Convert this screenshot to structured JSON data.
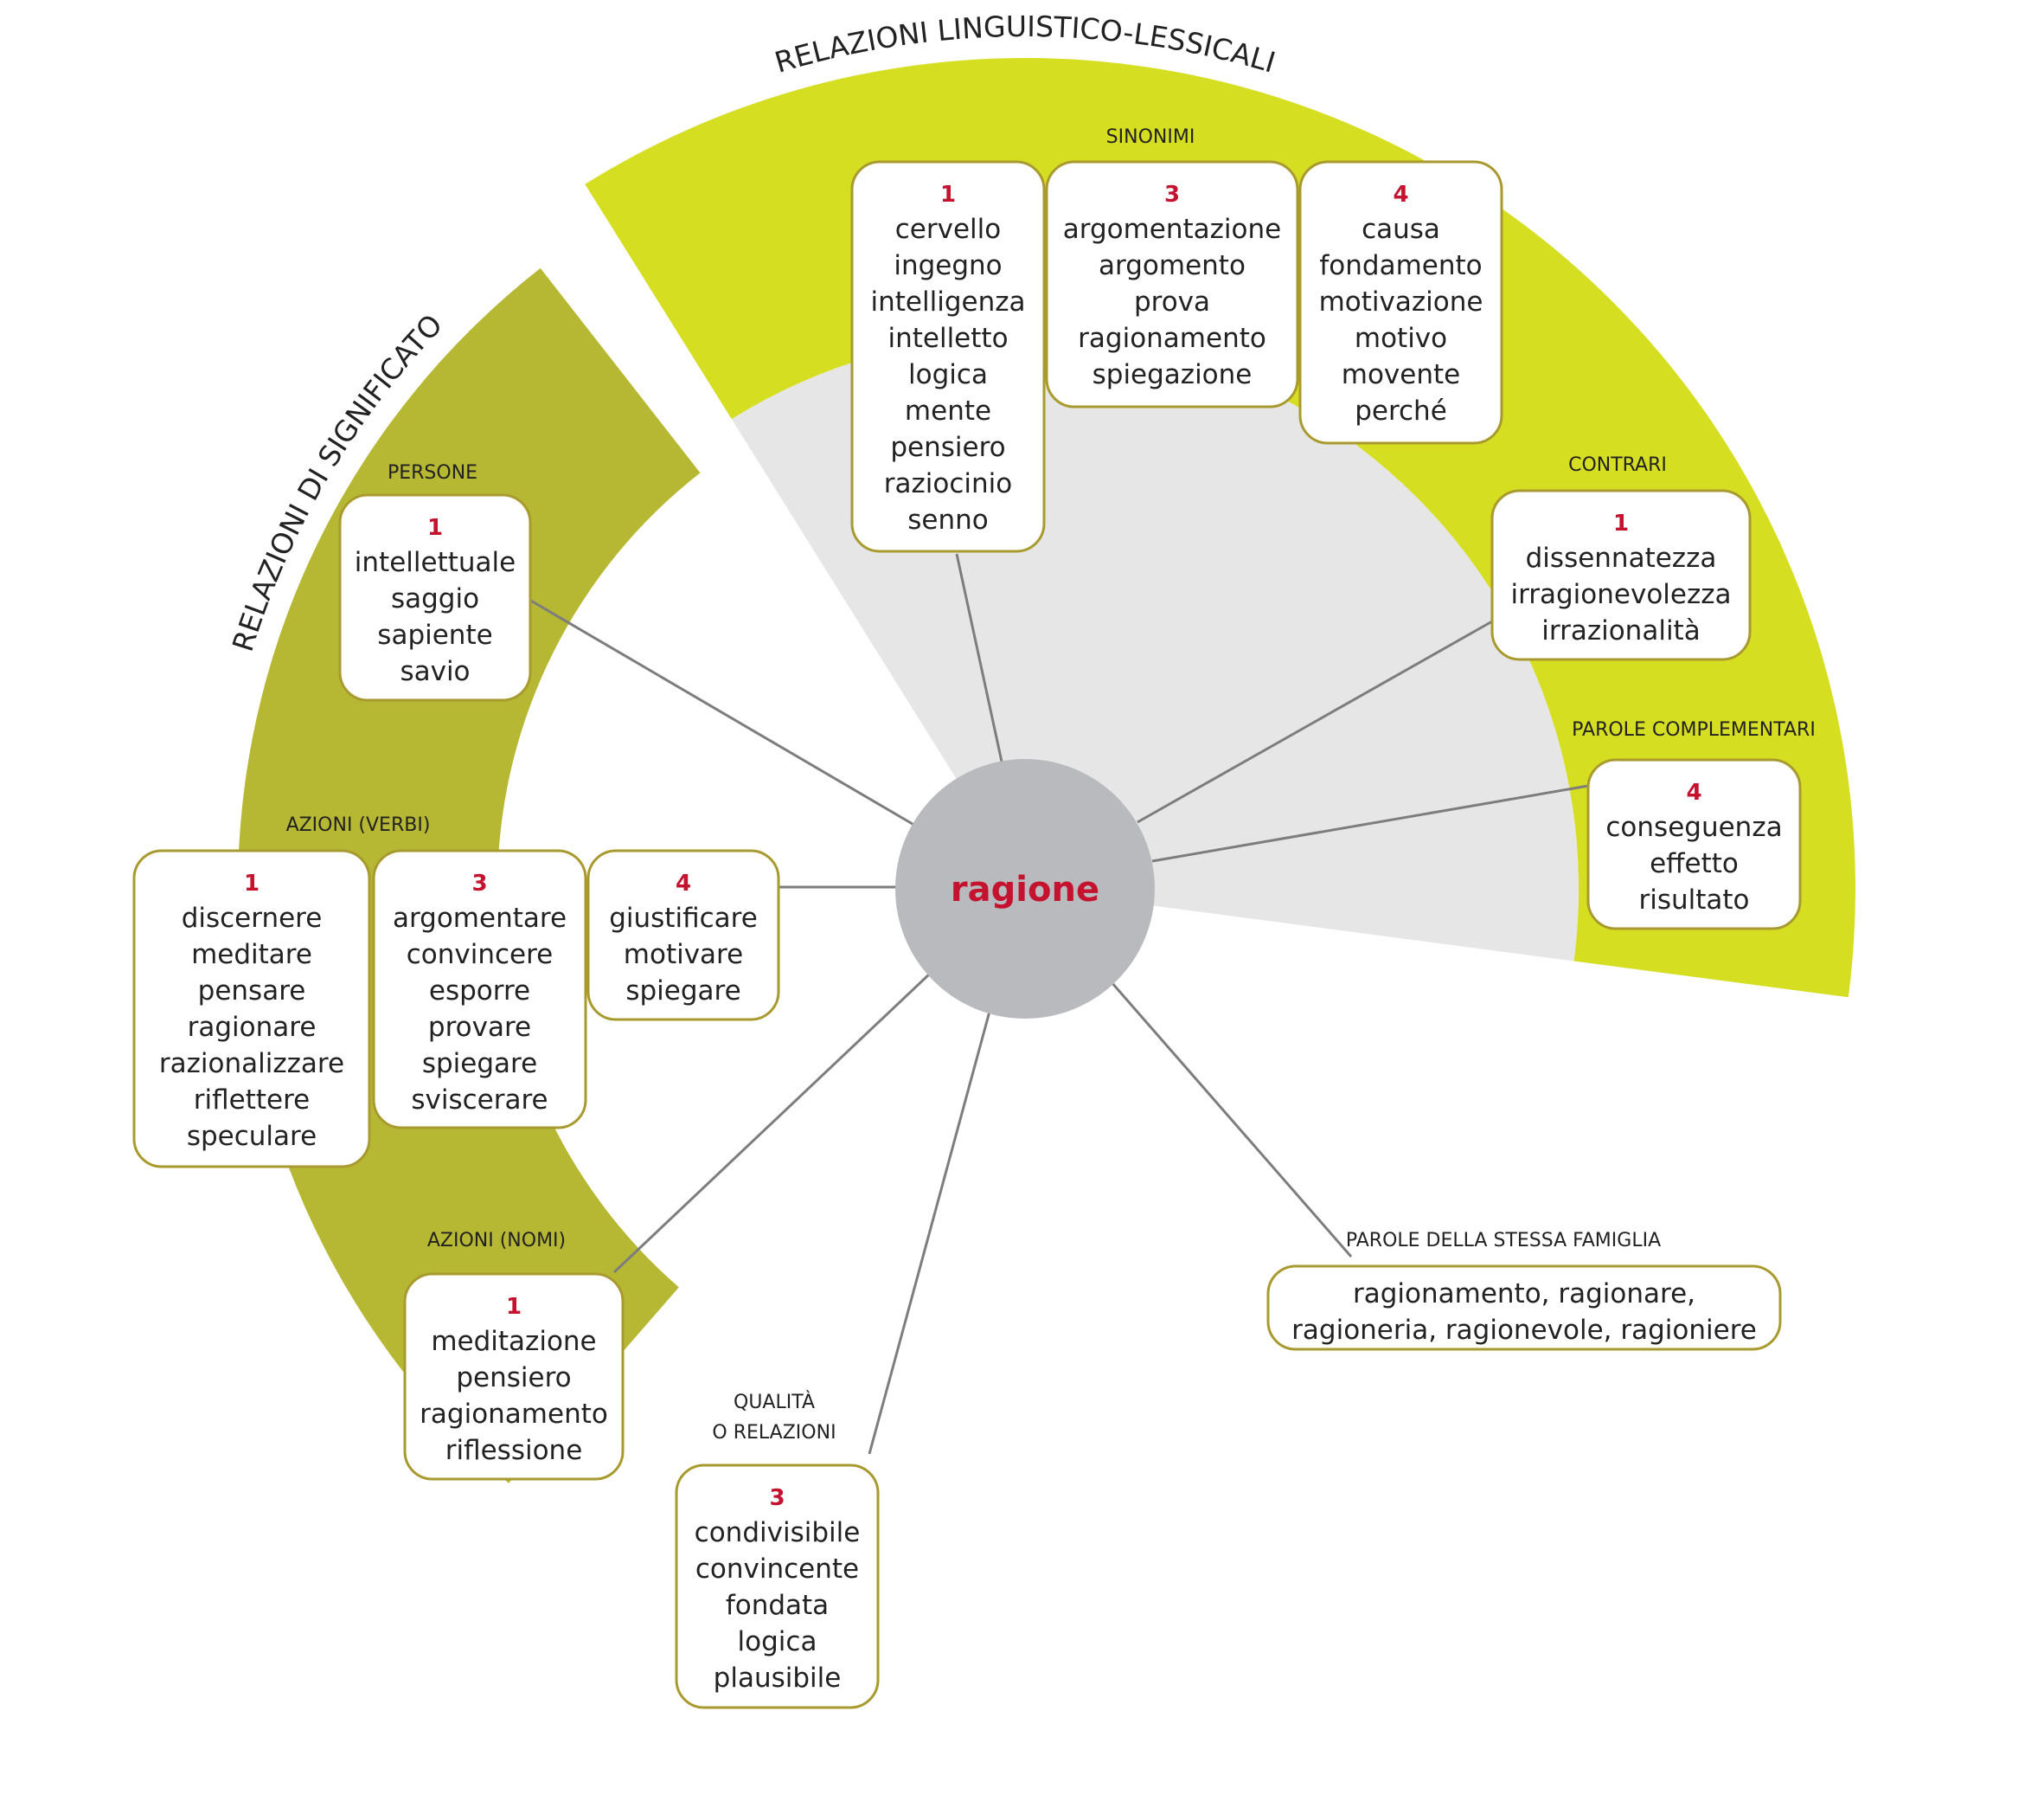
{
  "diagram": {
    "center_term": "ragione",
    "colors": {
      "lexical_band": "#d6de22",
      "semantic_band": "#b6b834",
      "inner_sector": "#e6e6e6",
      "center_circle": "#b9babd",
      "box_border": "#a89a2e",
      "accent_number": "#c4122f",
      "connector": "#7d7d7d"
    },
    "band_titles": {
      "lexical": "RELAZIONI LINGUISTICO-LESSICALI",
      "semantic": "RELAZIONI DI SIGNIFICATO"
    },
    "sections": {
      "sinonimi": "SINONIMI",
      "contrari": "CONTRARI",
      "complementari": "PAROLE COMPLEMENTARI",
      "famiglia": "PAROLE DELLA STESSA FAMIGLIA",
      "persone": "PERSONE",
      "azioni_verbi": "AZIONI (VERBI)",
      "azioni_nomi": "AZIONI (NOMI)",
      "qualita_line1": "QUALITÀ",
      "qualita_line2": "O RELAZIONI"
    },
    "boxes": {
      "sin1": {
        "num": "1",
        "words": [
          "cervello",
          "ingegno",
          "intelligenza",
          "intelletto",
          "logica",
          "mente",
          "pensiero",
          "raziocinio",
          "senno"
        ]
      },
      "sin3": {
        "num": "3",
        "words": [
          "argomentazione",
          "argomento",
          "prova",
          "ragionamento",
          "spiegazione"
        ]
      },
      "sin4": {
        "num": "4",
        "words": [
          "causa",
          "fondamento",
          "motivazione",
          "motivo",
          "movente",
          "perché"
        ]
      },
      "con1": {
        "num": "1",
        "words": [
          "dissennatezza",
          "irragionevolezza",
          "irrazionalità"
        ]
      },
      "comp4": {
        "num": "4",
        "words": [
          "conseguenza",
          "effetto",
          "risultato"
        ]
      },
      "fam": {
        "num": "",
        "words": [
          "ragionamento, ragionare,",
          "ragioneria, ragionevole, ragioniere"
        ]
      },
      "per1": {
        "num": "1",
        "words": [
          "intellettuale",
          "saggio",
          "sapiente",
          "savio"
        ]
      },
      "verb1": {
        "num": "1",
        "words": [
          "discernere",
          "meditare",
          "pensare",
          "ragionare",
          "razionalizzare",
          "riflettere",
          "speculare"
        ]
      },
      "verb3": {
        "num": "3",
        "words": [
          "argomentare",
          "convincere",
          "esporre",
          "provare",
          "spiegare",
          "sviscerare"
        ]
      },
      "verb4": {
        "num": "4",
        "words": [
          "giustificare",
          "motivare",
          "spiegare"
        ]
      },
      "nom1": {
        "num": "1",
        "words": [
          "meditazione",
          "pensiero",
          "ragionamento",
          "riflessione"
        ]
      },
      "qual3": {
        "num": "3",
        "words": [
          "condivisibile",
          "convincente",
          "fondata",
          "logica",
          "plausibile"
        ]
      }
    }
  }
}
